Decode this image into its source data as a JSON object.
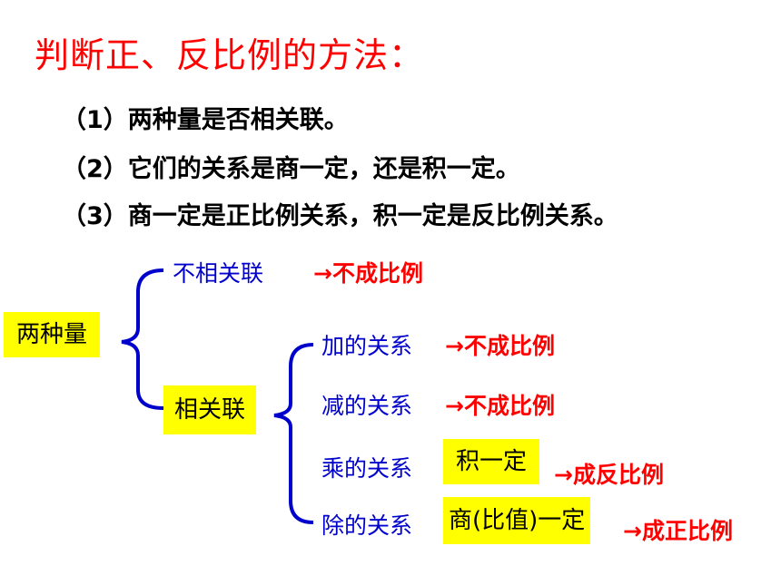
{
  "title": "判断正、反比例的方法：",
  "rules": [
    "（1）两种量是否相关联。",
    "（2）它们的关系是商一定，还是积一定。",
    "（3）商一定是正比例关系，积一定是反比例关系。"
  ],
  "tree": {
    "root": "两种量",
    "unrelated": "不相关联",
    "unrelated_result": "→不成比例",
    "related": "相关联",
    "add": "加的关系",
    "add_result": "→不成比例",
    "sub": "减的关系",
    "sub_result": "→不成比例",
    "mul": "乘的关系",
    "mul_condition": "积一定",
    "mul_result": "→成反比例",
    "div": "除的关系",
    "div_condition": "商(比值)一定",
    "div_result": "→成正比例"
  },
  "colors": {
    "title": "#ff0000",
    "blue": "#0000cc",
    "red": "#ff0000",
    "highlight": "#ffff00"
  }
}
